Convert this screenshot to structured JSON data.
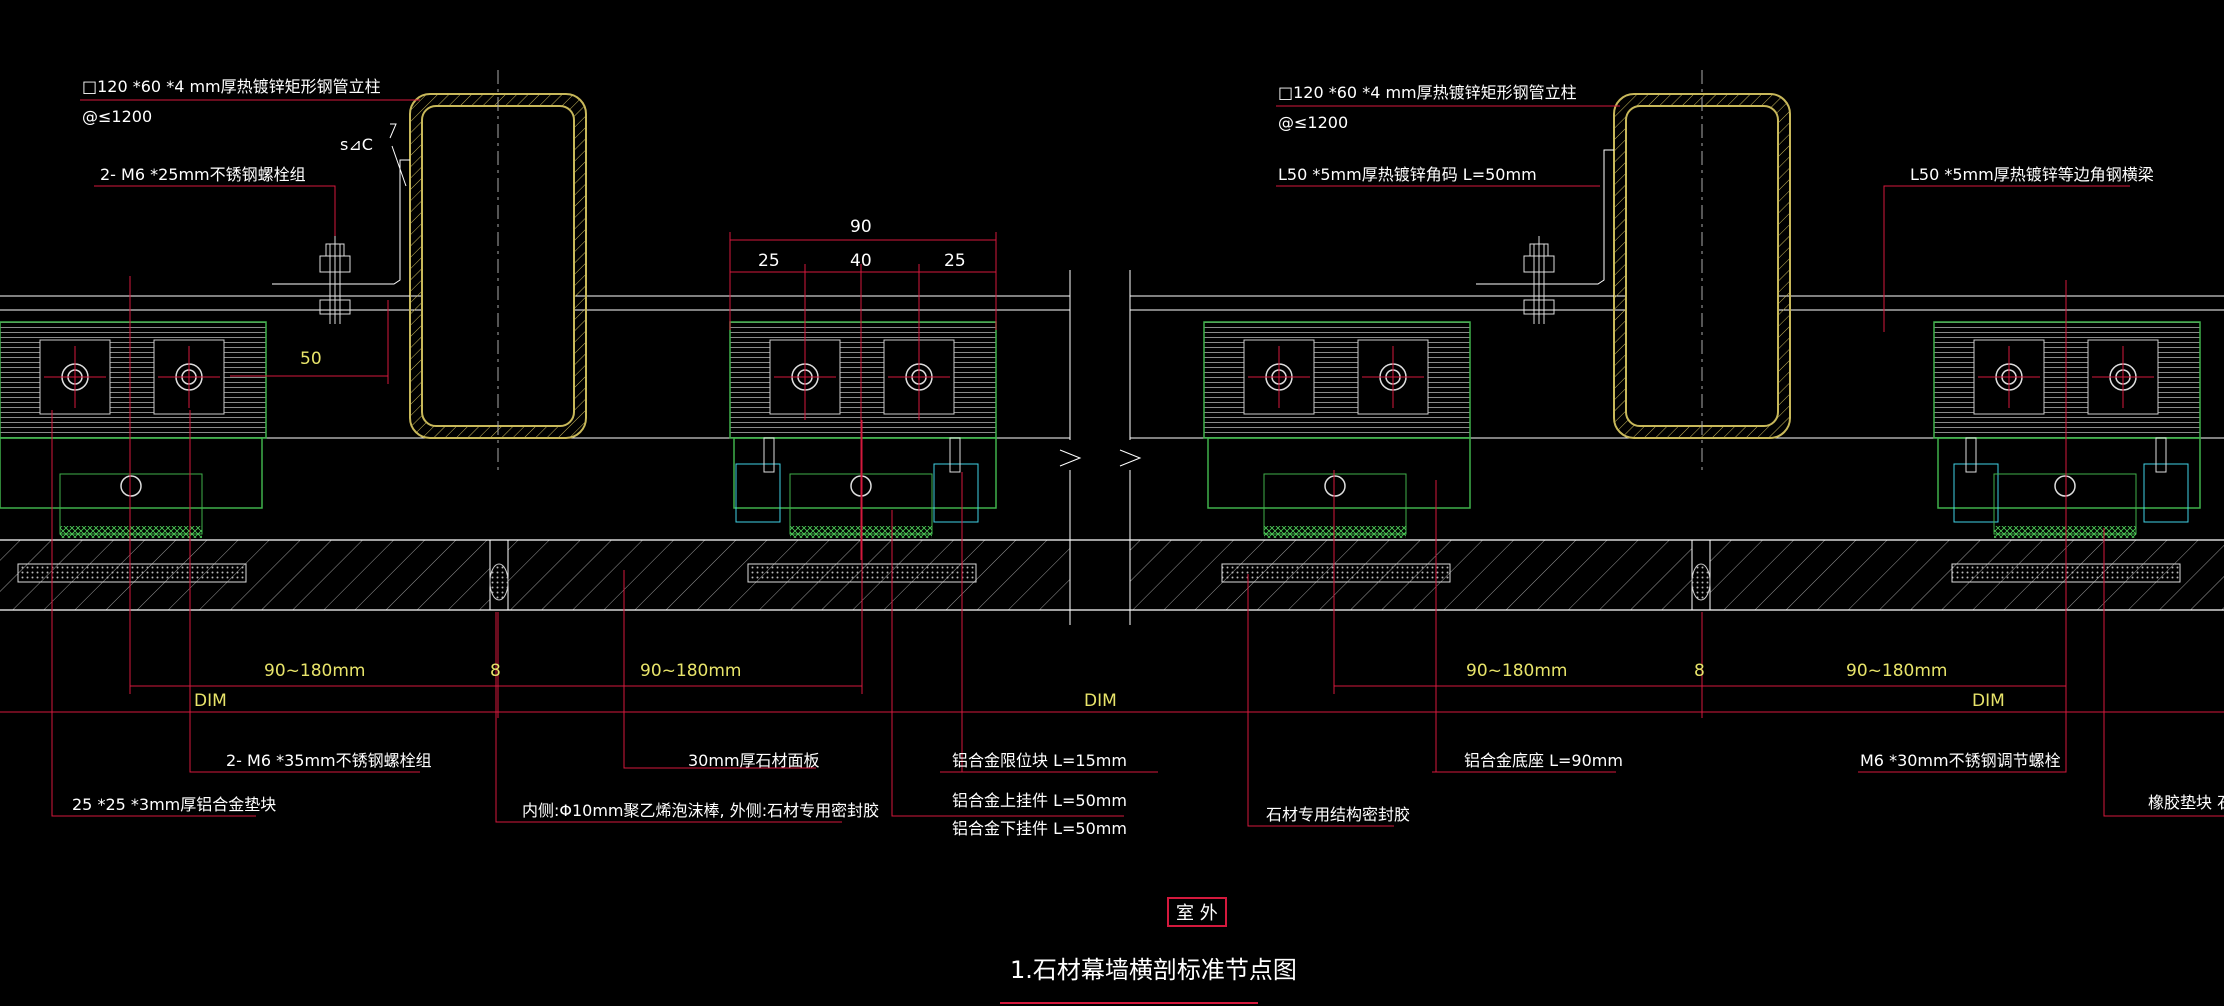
{
  "drawing": {
    "title": "1.石材幕墙横剖标准节点图",
    "exterior_tag": "室 外"
  },
  "labels": {
    "post_spec_left": "□120 *60 *4 mm厚热镀锌矩形钢管立柱",
    "post_spacing_left": "@≤1200",
    "bolt_group_top": "2- M6 *25mm不锈钢螺栓组",
    "post_spec_right": "□120 *60 *4 mm厚热镀锌矩形钢管立柱",
    "post_spacing_right": "@≤1200",
    "angle_code": "L50 *5mm厚热镀锌角码  L=50mm",
    "angle_beam": "L50 *5mm厚热镀锌等边角钢横梁",
    "bolt_group_bottom": "2- M6 *35mm不锈钢螺栓组",
    "shim_block": "25 *25 *3mm厚铝合金垫块",
    "stone_panel": "30mm厚石材面板",
    "sealant_note": "内侧:Φ10mm聚乙烯泡沫棒, 外侧:石材专用密封胶",
    "limit_block": "铝合金限位块  L=15mm",
    "upper_hanger": "铝合金上挂件  L=50mm",
    "lower_hanger": "铝合金下挂件  L=50mm",
    "structural_sealant": "石材专用结构密封胶",
    "base_seat": "铝合金底座  L=90mm",
    "adjust_bolt": "M6 *30mm不锈钢调节螺栓",
    "rubber_pad": "橡胶垫块  石"
  },
  "dimensions": {
    "overall": "90",
    "left_seg": "25",
    "mid_seg": "40",
    "right_seg": "25",
    "offset": "50",
    "span_1": "90~180mm",
    "joint_1": "8",
    "span_2": "90~180mm",
    "span_3": "90~180mm",
    "joint_2": "8",
    "span_4": "90~180mm",
    "dim_1": "DIM",
    "dim_2": "DIM",
    "dim_3": "DIM",
    "angle_symbol": "s⊿C"
  },
  "colors": {
    "background": "#000000",
    "leader": "#d4193d",
    "steel": "#c8b85a",
    "plate": "#40d2e6",
    "bracket": "#3fb04a",
    "stone": "#ffffff",
    "dimension_text": "#e8e46a",
    "label_text": "#ffffff"
  }
}
